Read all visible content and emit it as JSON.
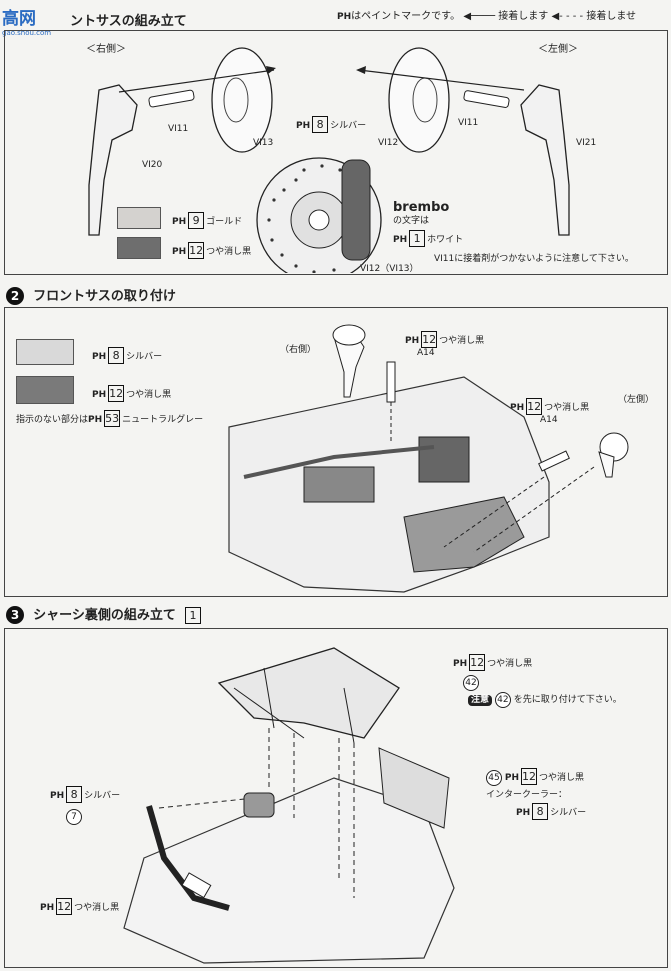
{
  "watermark": {
    "logo_text": "高网",
    "url": "gao.shou.com"
  },
  "section1": {
    "title": "ントサスの組み立て",
    "legend_paint": "はペイントマークです。",
    "legend_glue": "接着します",
    "legend_noglue": "接着しませ",
    "right_side": "＜右側＞",
    "left_side": "＜左側＞",
    "parts": {
      "vi11_r": "VI11",
      "vi13": "VI13",
      "vi20": "VI20",
      "vi12": "VI12",
      "vi11_l": "VI11",
      "vi21": "VI21",
      "vi12_13": "VI12（VI13）"
    },
    "silver_label": "シルバー",
    "silver_num": "8",
    "gold_label": "ゴールド",
    "gold_num": "9",
    "black_label": "つや消し黒",
    "black_num": "12",
    "brembo": "brembo",
    "brembo_note1": "の文字は",
    "brembo_note2": "ホワイト",
    "white_num": "1",
    "caution": "VI11に接着剤がつかないように注意して下さい。"
  },
  "section2": {
    "step": "2",
    "title": "フロントサスの取り付け",
    "silver_label": "シルバー",
    "silver_num": "8",
    "black_label": "つや消し黒",
    "black_num": "12",
    "note": "指示のない部分は",
    "note_num": "53",
    "note_color": "ニュートラルグレー",
    "right_side": "（右側）",
    "left_side": "（左側）",
    "a14_r_color": "つや消し黒",
    "a14_r_num": "12",
    "a14_r": "A14",
    "a14_l_color": "つや消し黒",
    "a14_l_num": "12",
    "a14_l": "A14"
  },
  "section3": {
    "step": "3",
    "title": "シャーシ裏側の組み立て",
    "box_num": "1",
    "part42_color": "つや消し黒",
    "part42_num": "12",
    "part42": "42",
    "caution_tag": "注意",
    "caution_text": "を先に取り付けて下さい。",
    "part7_color": "シルバー",
    "part7_num": "8",
    "part7": "7",
    "part45": "45",
    "part45_color": "つや消し黒",
    "part45_num": "12",
    "intercooler": "インタークーラー：",
    "intercooler_color": "シルバー",
    "intercooler_num": "8",
    "exhaust_color": "つや消し黒",
    "exhaust_num": "12"
  },
  "pm_text": "PH",
  "colors": {
    "gold": "#d4d2cf",
    "black_matte": "#6e6e6e",
    "silver": "#d9d9d9",
    "black_dark": "#7a7a7a",
    "floor": "#9a9a9a"
  }
}
